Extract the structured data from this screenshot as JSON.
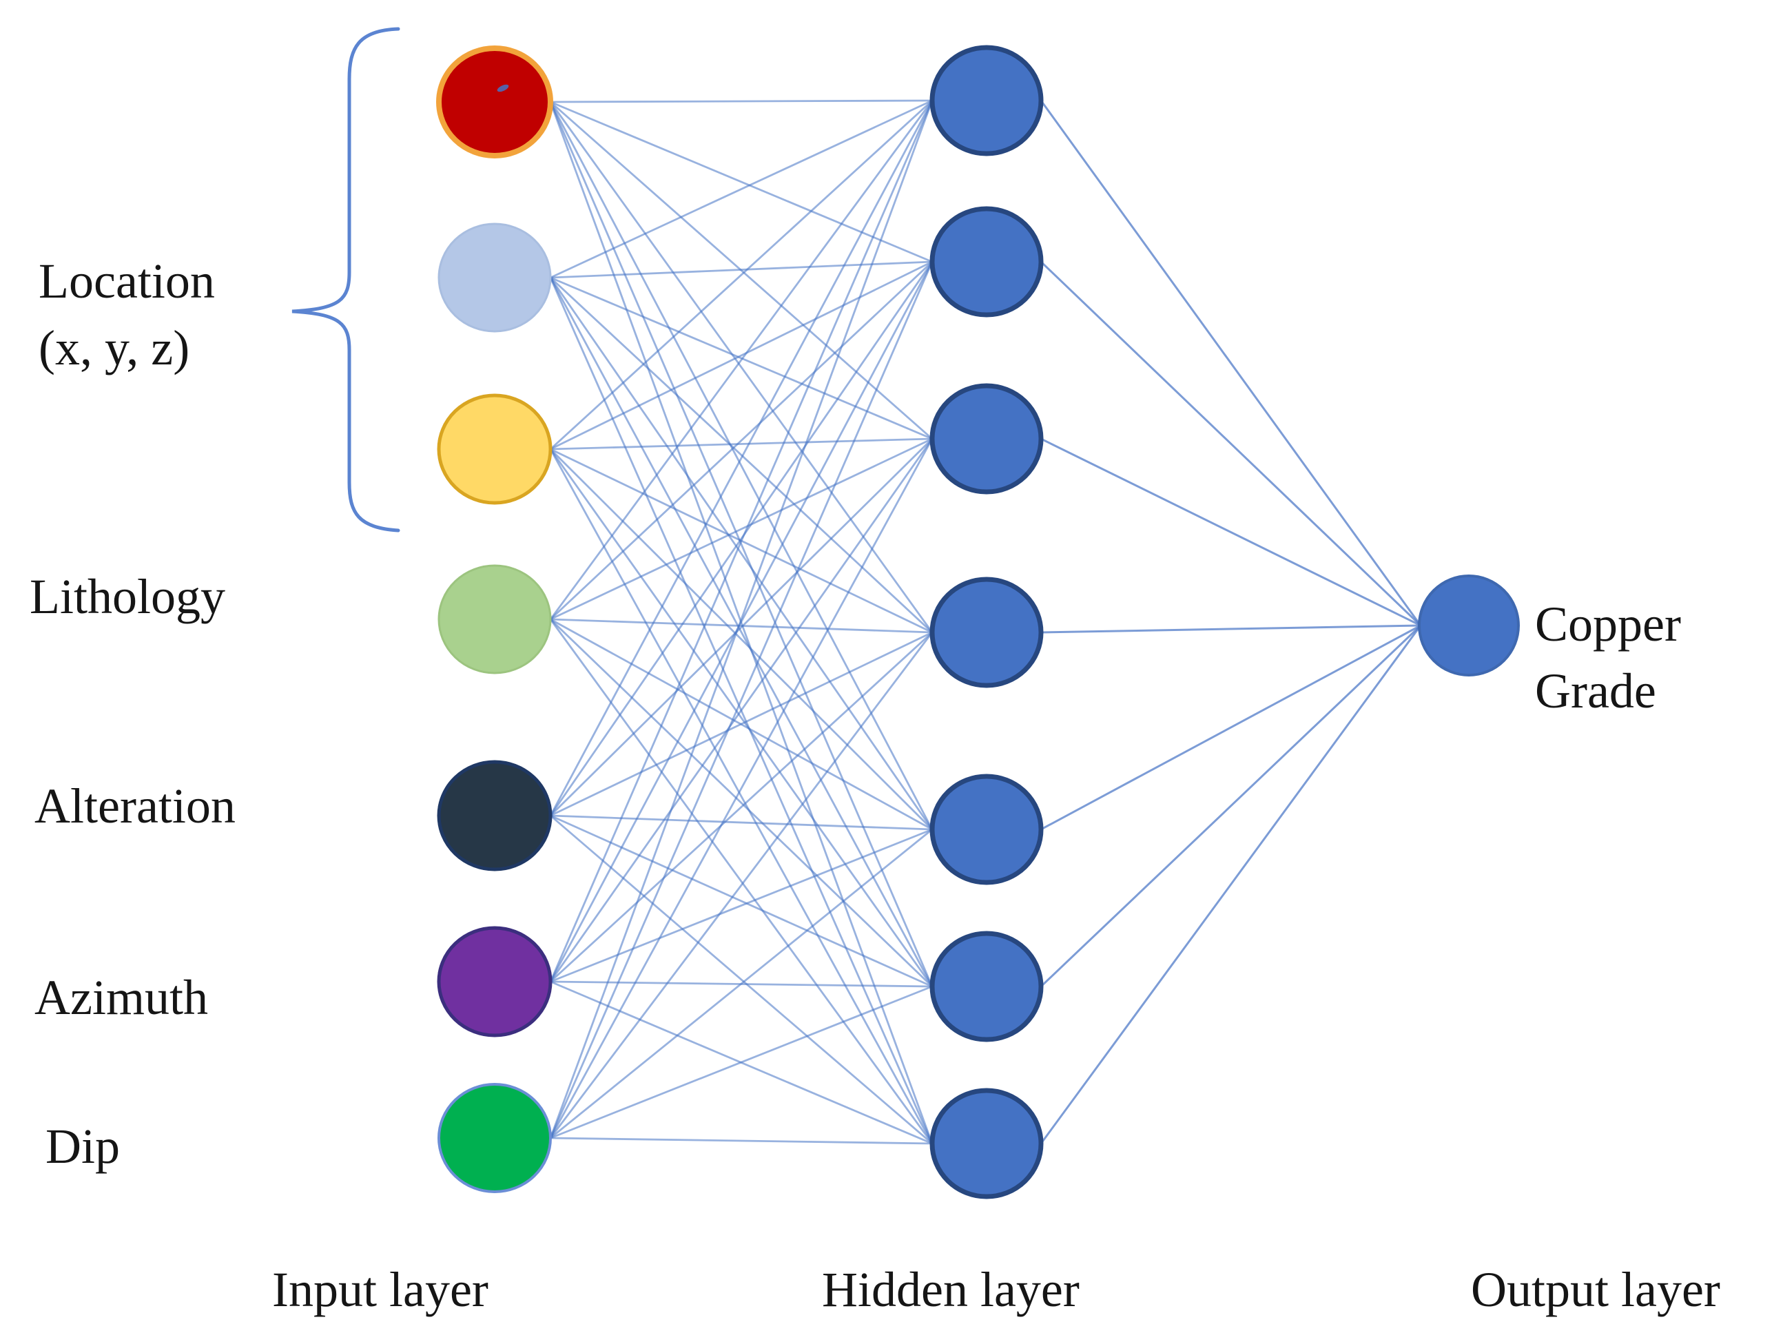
{
  "figure": {
    "background": "#ffffff",
    "text_color": "#151515",
    "edge_color": "#4472C4",
    "brace_color": "#5B84D1"
  },
  "labels": {
    "location_line1": "Location",
    "location_line2": "(x, y, z)",
    "lithology": "Lithology",
    "alteration": "Alteration",
    "azimuth": "Azimuth",
    "dip": "Dip",
    "input_layer": "Input layer",
    "hidden_layer": "Hidden layer",
    "output_layer": "Output layer",
    "output_line1": "Copper",
    "output_line2": "Grade"
  },
  "network": {
    "input_nodes": [
      {
        "name": "input-node-location-x",
        "fill": "#C00000",
        "stroke": "#F2A33B",
        "stroke_width": 8
      },
      {
        "name": "input-node-location-y",
        "fill": "#B4C7E7",
        "stroke": "#A9BEE0",
        "stroke_width": 3
      },
      {
        "name": "input-node-location-z",
        "fill": "#FFD966",
        "stroke": "#D9A521",
        "stroke_width": 5
      },
      {
        "name": "input-node-lithology",
        "fill": "#A9D18E",
        "stroke": "#9CC47F",
        "stroke_width": 3
      },
      {
        "name": "input-node-alteration",
        "fill": "#263747",
        "stroke": "#1F3864",
        "stroke_width": 5
      },
      {
        "name": "input-node-azimuth",
        "fill": "#7030A0",
        "stroke": "#3B2E7E",
        "stroke_width": 5
      },
      {
        "name": "input-node-dip",
        "fill": "#00B050",
        "stroke": "#6B8ED6",
        "stroke_width": 4
      }
    ],
    "hidden_node": {
      "count": 7,
      "fill": "#4472C4",
      "stroke": "#27477F",
      "stroke_width": 7
    },
    "output_node": {
      "fill": "#4472C4",
      "stroke": "#3E68B0",
      "stroke_width": 4
    }
  }
}
